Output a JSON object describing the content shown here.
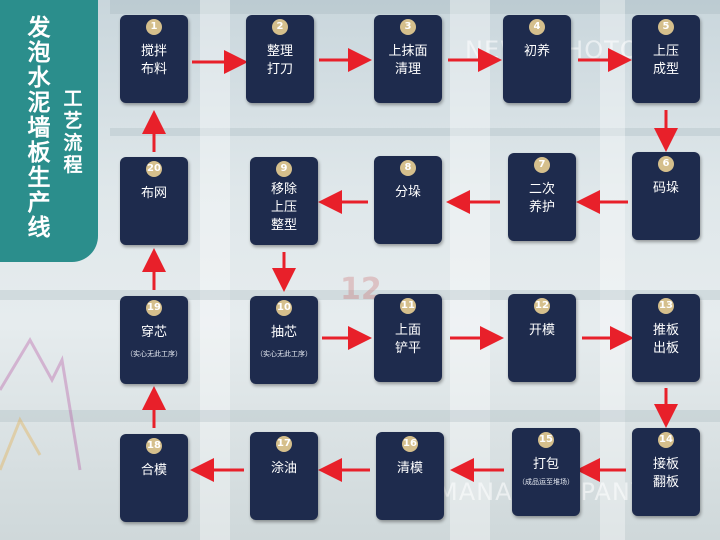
{
  "title": {
    "main": [
      "发",
      "泡",
      "水",
      "泥",
      "墙",
      "板",
      "生",
      "产",
      "线"
    ],
    "sub": [
      "工",
      "艺",
      "流",
      "程"
    ]
  },
  "watermarks": [
    "NEWS PHOTO",
    "MANA COMPANY"
  ],
  "colors": {
    "box": "#1e2b4d",
    "badge": "#d5bf8c",
    "arrow": "#e8202a",
    "panel": "#2b8e8c"
  },
  "steps": [
    {
      "num": "1",
      "label": "搅拌\n布料"
    },
    {
      "num": "2",
      "label": "整理\n打刀"
    },
    {
      "num": "3",
      "label": "上抹面\n清理"
    },
    {
      "num": "4",
      "label": "初养"
    },
    {
      "num": "5",
      "label": "上压\n成型"
    },
    {
      "num": "6",
      "label": "码垛"
    },
    {
      "num": "7",
      "label": "二次\n养护"
    },
    {
      "num": "8",
      "label": "分垛"
    },
    {
      "num": "9",
      "label": "移除\n上压\n整型"
    },
    {
      "num": "10",
      "label": "抽芯",
      "note": "（实心无此工序）"
    },
    {
      "num": "11",
      "label": "上面\n铲平"
    },
    {
      "num": "12",
      "label": "开模"
    },
    {
      "num": "13",
      "label": "推板\n出板"
    },
    {
      "num": "14",
      "label": "接板\n翻板"
    },
    {
      "num": "15",
      "label": "打包",
      "note": "（成品运至堆场）"
    },
    {
      "num": "16",
      "label": "清模"
    },
    {
      "num": "17",
      "label": "涂油"
    },
    {
      "num": "18",
      "label": "合模"
    },
    {
      "num": "19",
      "label": "穿芯",
      "note": "（实心无此工序）"
    },
    {
      "num": "20",
      "label": "布网"
    }
  ]
}
